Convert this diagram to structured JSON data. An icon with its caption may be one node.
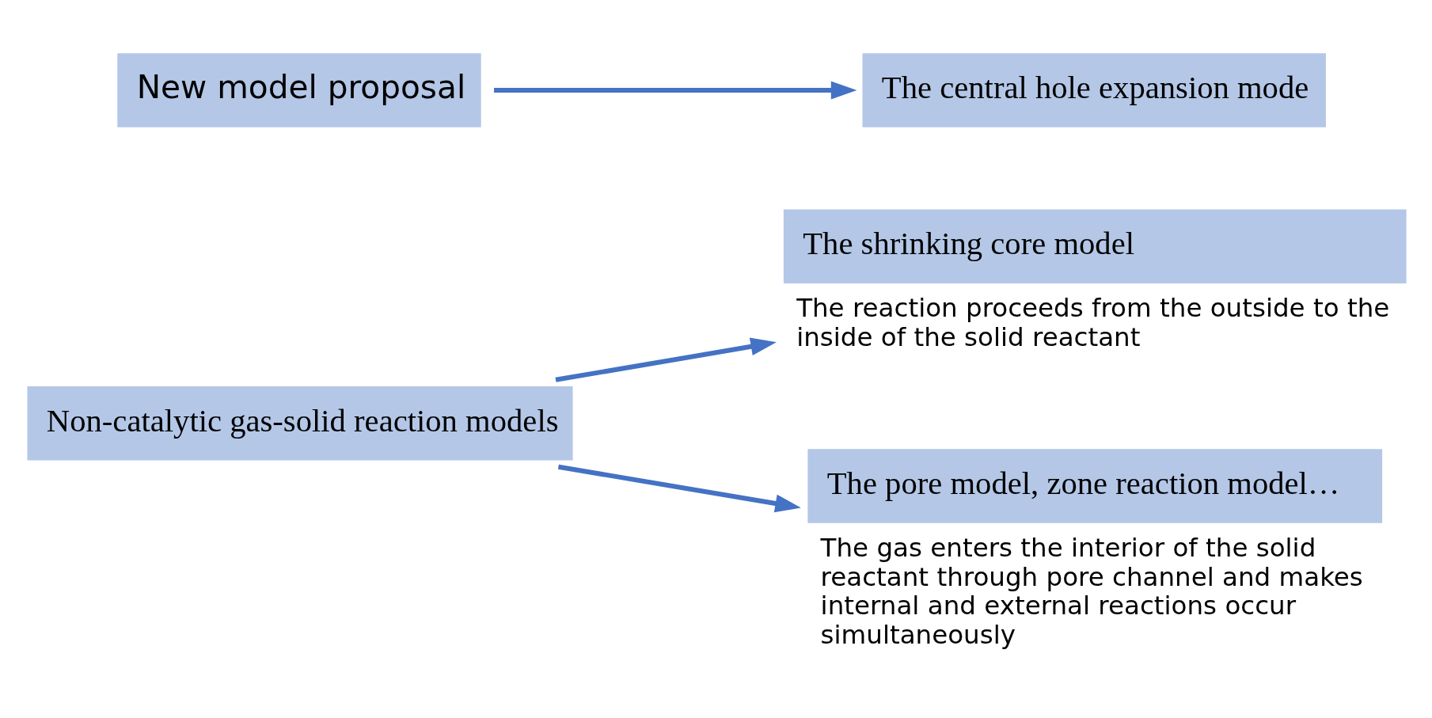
{
  "diagram": {
    "nodes": [
      {
        "text": [
          "Non-catalytic gas-solid reaction models"
        ]
      },
      {
        "text": [
          "The shrinking core model"
        ],
        "beside": [
          "The reaction proceeds from the outside to the inside of the solid reactant"
        ]
      },
      {
        "text": [
          "The pore model, zone reaction model…"
        ],
        "beside": [
          "The gas enters the interior of the solid reactant through pore channel and makes internal and external reactions occur simultaneously"
        ]
      },
      {
        "text": [
          "New model proposal"
        ]
      },
      {
        "text": [
          "The central hole expansion mode"
        ]
      }
    ],
    "edges": [
      {
        "from": 0,
        "to": 1,
        "arrow": "to"
      },
      {
        "from": 0,
        "to": 2,
        "arrow": "to"
      },
      {
        "from": 3,
        "to": 4,
        "arrow": "to"
      }
    ]
  }
}
